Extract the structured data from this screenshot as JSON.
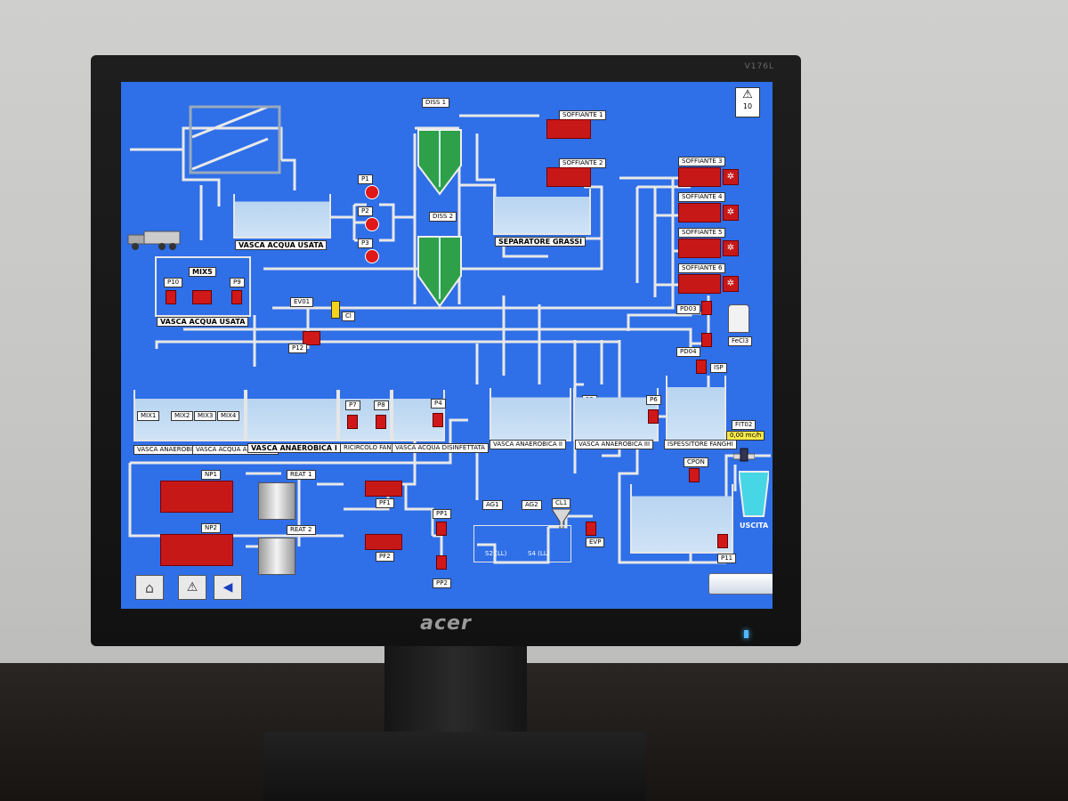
{
  "monitor": {
    "brand": "acer",
    "model": "V176L"
  },
  "alarm": {
    "count": "10"
  },
  "labels": {
    "diss1": "DISS 1",
    "diss2": "DISS 2",
    "soff1": "SOFFIANTE 1",
    "soff2": "SOFFIANTE 2",
    "soff3": "SOFFIANTE 3",
    "soff4": "SOFFIANTE 4",
    "soff5": "SOFFIANTE 5",
    "soff6": "SOFFIANTE 6",
    "p1": "P1",
    "p2": "P2",
    "p3": "P3",
    "vasca_usata": "VASCA ACQUA USATA",
    "separatore": "SEPARATORE GRASSI",
    "mix5": "MIX5",
    "p10": "P10",
    "p9": "P9",
    "vasca_usata2": "VASCA ACQUA USATA",
    "ev01": "EV01",
    "cl": "Cl",
    "p12": "P12",
    "pd03": "PD03",
    "pd04": "PD04",
    "fecl3": "FeCl3",
    "isp": "ISP",
    "mix1": "MIX1",
    "mix2": "MIX2",
    "mix3": "MIX3",
    "mix4": "MIX4",
    "p7": "P7",
    "p8": "P8",
    "p4": "P4",
    "p5": "P5",
    "p6": "P6",
    "vasca_anaerobica": "VASCA ANAEROBICA",
    "vasca_anossica": "VASCA ACQUA ANOSSICA",
    "vasca_anaerobica1": "VASCA ANAEROBICA I",
    "ricircolo": "RICIRCOLO FANGHI",
    "vasca_disinfettata": "VASCA ACQUA DISINFETTATA",
    "vasca_anaerobica2": "VASCA ANAEROBICA II",
    "vasca_anaerobica3": "VASCA ANAEROBICA III",
    "ispessitore": "ISPESSITORE FANGHI",
    "fit02": "FIT02",
    "fit02_value": "0,00 mc/h",
    "np1": "NP1",
    "np2": "NP2",
    "reat1": "REAT 1",
    "reat2": "REAT 2",
    "pf1": "PF1",
    "pf2": "PF2",
    "pp1": "PP1",
    "pp2": "PP2",
    "ag1": "AG1",
    "ag2": "AG2",
    "cl1": "CL1",
    "evp": "EVP",
    "s2": "S2 (LL)",
    "s4": "S4 (LL)",
    "cpon": "CPON",
    "p11": "P11",
    "uscita": "USCITA"
  }
}
